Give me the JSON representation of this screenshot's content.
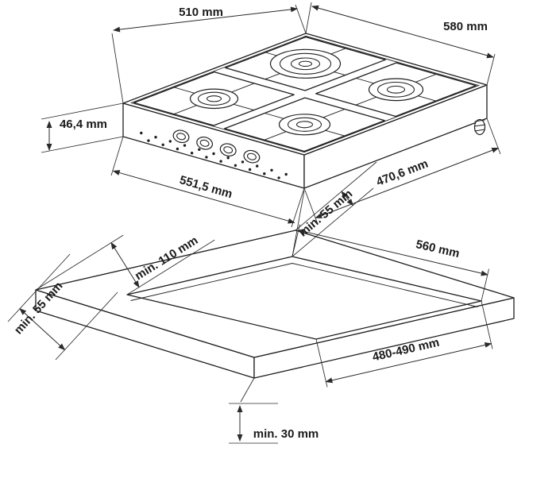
{
  "colors": {
    "ink": "#1f1f1f",
    "background": "#ffffff"
  },
  "hob_view": {
    "dim_width_back": "510 mm",
    "dim_width_right": "580 mm",
    "dim_height": "46,4 mm",
    "dim_depth_front_left": "551,5 mm",
    "dim_depth_front_right": "470,6 mm"
  },
  "cutout_view": {
    "clearance_back": "min. 55 mm",
    "clearance_side": "min. 110 mm",
    "cutout_width": "560 mm",
    "clearance_front_left": "min. 55 mm",
    "cutout_depth": "480-490 mm",
    "worktop_thickness": "min. 30 mm"
  }
}
